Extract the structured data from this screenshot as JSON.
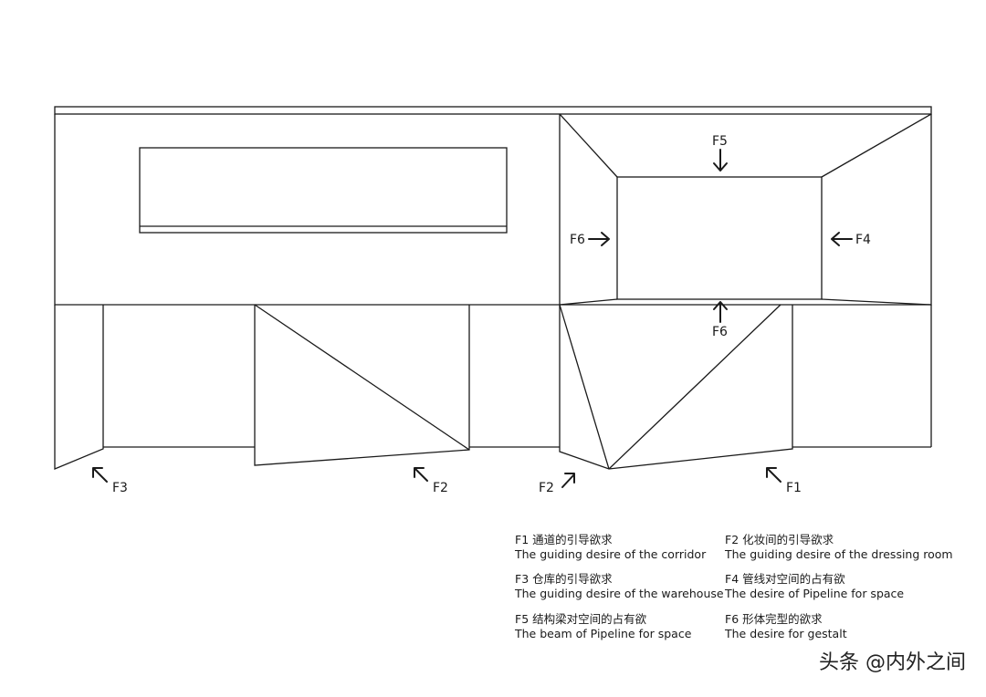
{
  "arrows": {
    "f5_top": "F5",
    "f6_left": "F6",
    "f4_right": "F4",
    "f6_bottom": "F6",
    "f3": "F3",
    "f2_mid": "F2",
    "f2_right": "F2",
    "f1": "F1"
  },
  "legend": [
    {
      "zh": "F1 通道的引导欲求",
      "en": "The guiding desire of the corridor"
    },
    {
      "zh": "F2 化妆间的引导欲求",
      "en": "The guiding desire of the dressing room"
    },
    {
      "zh": "F3 仓库的引导欲求",
      "en": "The guiding desire of the warehouse"
    },
    {
      "zh": "F4 管线对空间的占有欲",
      "en": "The desire of Pipeline for space"
    },
    {
      "zh": "F5 结构梁对空间的占有欲",
      "en": "The beam of Pipeline for space"
    },
    {
      "zh": "F6 形体完型的欲求",
      "en": "The desire for gestalt"
    }
  ],
  "watermark": "头条 @内外之间"
}
